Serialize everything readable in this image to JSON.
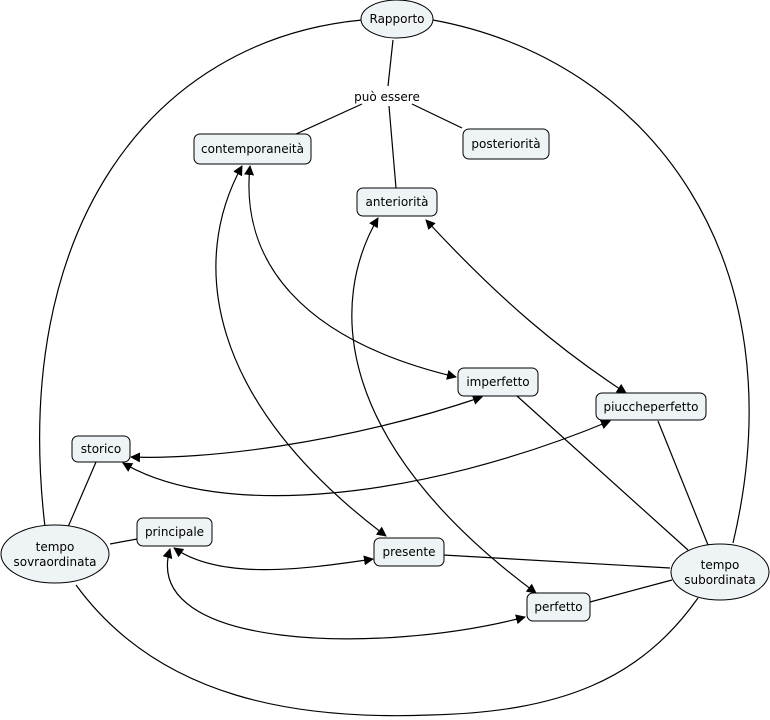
{
  "diagram": {
    "concepts": {
      "rapporto": "Rapporto",
      "contemporaneita": "contemporaneità",
      "posteriorita": "posteriorità",
      "anteriorita": "anteriorità",
      "imperfetto": "imperfetto",
      "piuccheperfetto": "piuccheperfetto",
      "storico": "storico",
      "principale": "principale",
      "presente": "presente",
      "perfetto": "perfetto",
      "tempo_sovraordinata": [
        "tempo",
        "sovraordinata"
      ],
      "tempo_subordinata": [
        "tempo",
        "subordinata"
      ]
    },
    "link_phrases": {
      "puo_essere": "può essere"
    },
    "colors": {
      "node_fill": "#eef3f6",
      "stroke": "#000000",
      "background": "#ffffff"
    }
  }
}
